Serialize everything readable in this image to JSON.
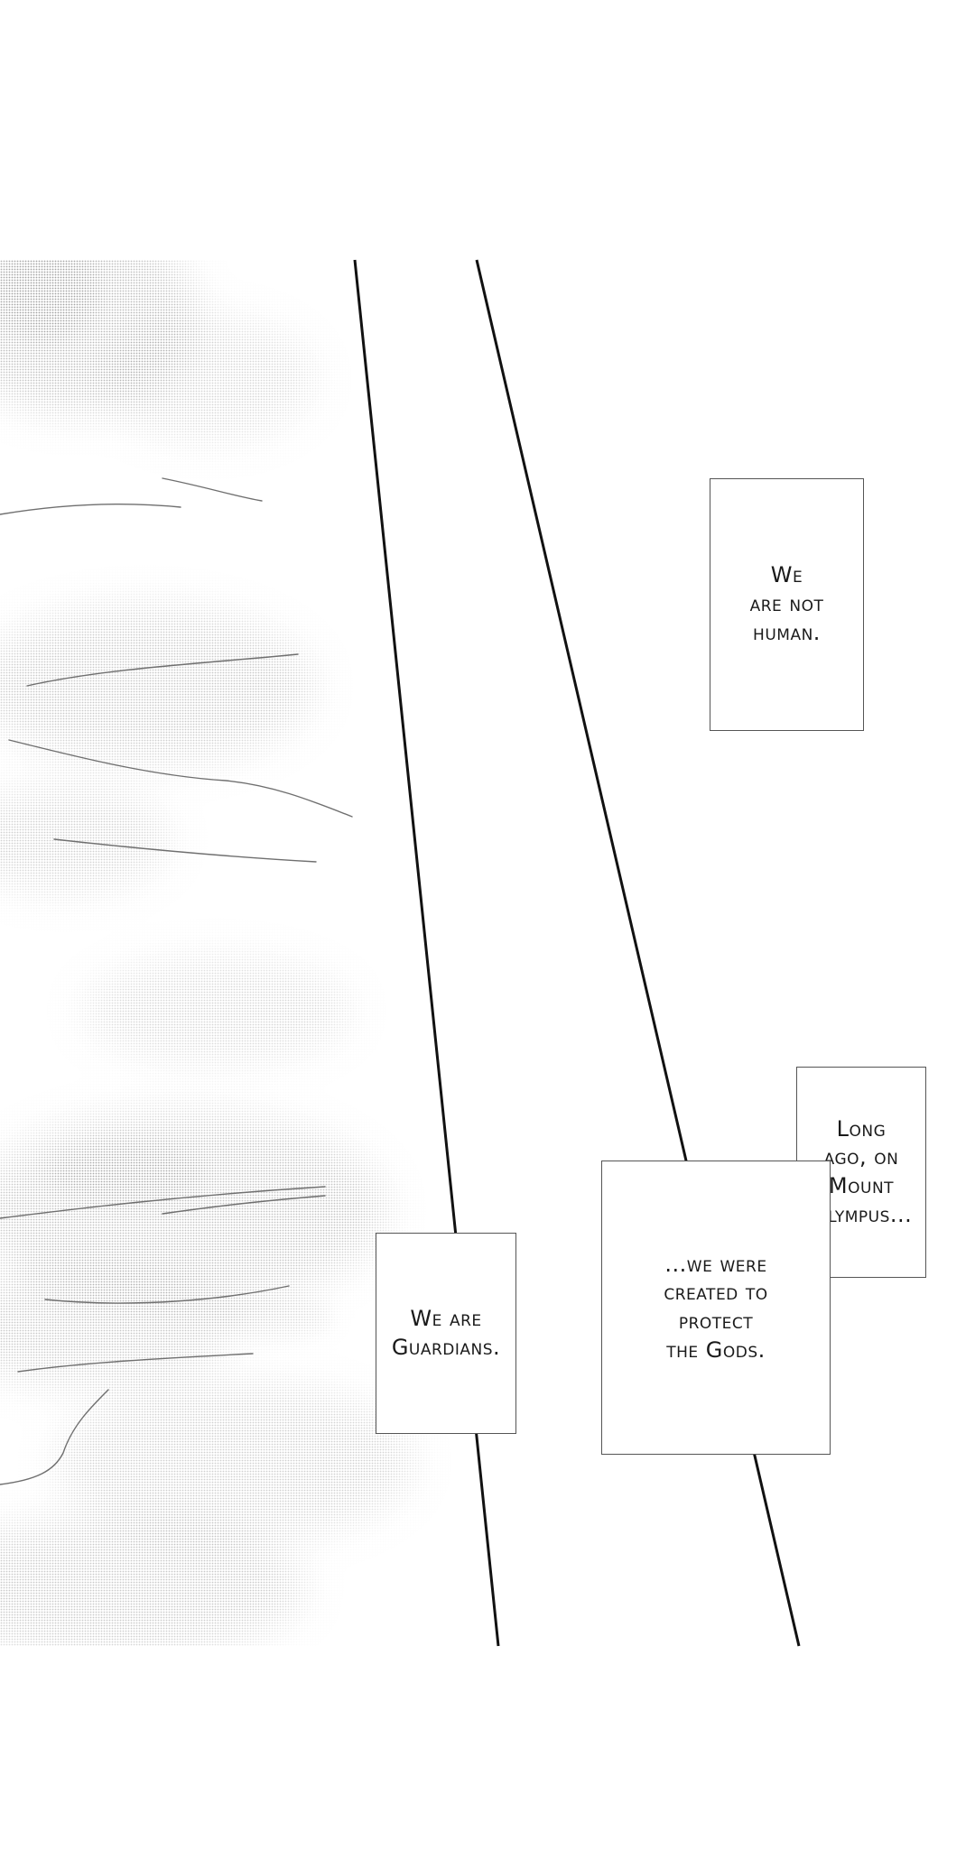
{
  "captions": {
    "not_human": "We\nare not\nhuman.",
    "mount_olympus": "Long\nago, on\nMount\nOlympus...",
    "protect_gods": "...we were\ncreated to\nprotect\nthe Gods.",
    "guardians": "We are\nGuardians."
  }
}
